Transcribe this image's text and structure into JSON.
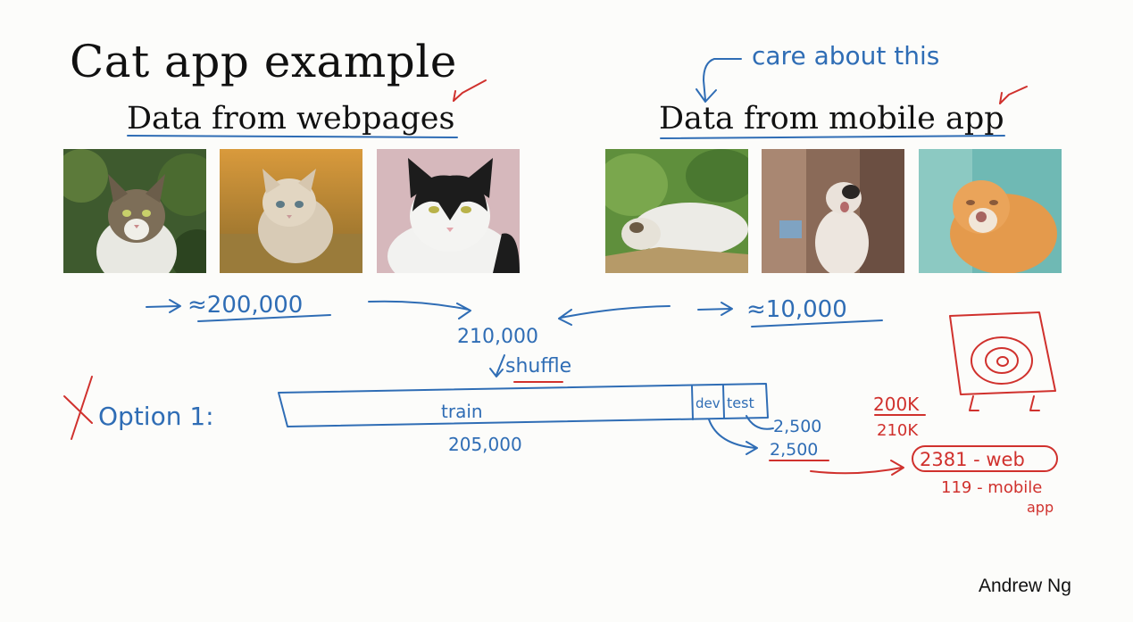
{
  "slide": {
    "title": "Cat app example",
    "left_heading": "Data from webpages",
    "right_heading": "Data from mobile app",
    "author": "Andrew Ng"
  },
  "photos": {
    "webpages": [
      "cat-photo",
      "kitten-photo",
      "black-white-cat-photo"
    ],
    "mobile": [
      "blurry-cat-photo",
      "blurry-kitten-photo",
      "blurry-orange-cat-photo"
    ]
  },
  "annotations": {
    "care": "care about this",
    "web_count": "≈200,000",
    "mobile_count": "≈10,000",
    "total": "210,000",
    "shuffle": "shuffle",
    "option": "Option 1:",
    "train": "train",
    "dev": "dev",
    "test": "test",
    "train_count": "205,000",
    "dev_count": "2,500",
    "test_count": "2,500",
    "ratio_top": "200K",
    "ratio_bottom": "210K",
    "web_in_test": "2381 - web",
    "mobile_in_test_a": "119 - mobile",
    "mobile_in_test_b": "app"
  },
  "colors": {
    "blue_ink": "#2f6db5",
    "red_ink": "#d0312d"
  }
}
